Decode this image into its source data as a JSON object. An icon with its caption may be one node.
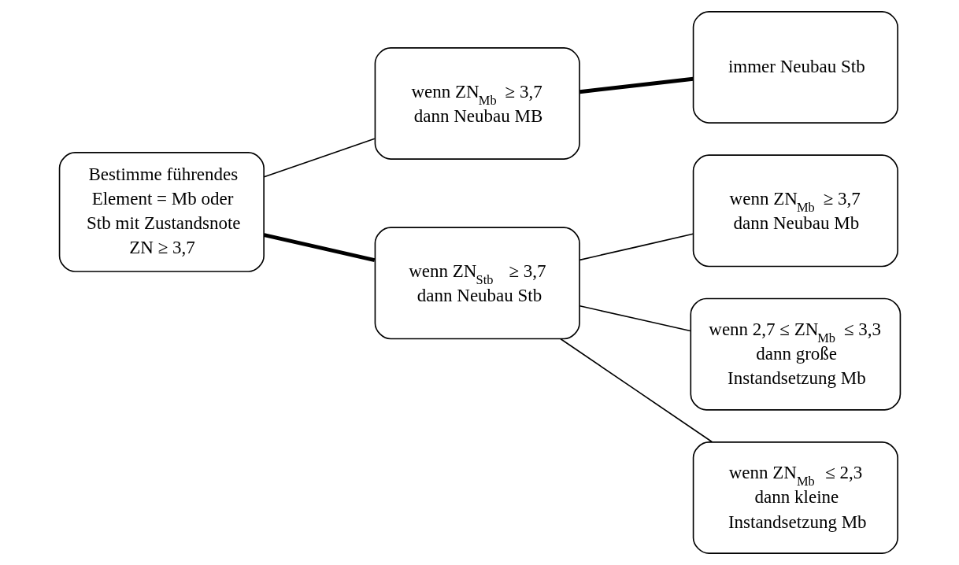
{
  "diagram": {
    "nodes": [
      {
        "text": [
          "Bestimme führendes Element = Mb oder Stb mit Zustandsnote ZN ≥ 3,7"
        ]
      },
      {
        "text": [
          "wenn ZN$_{Mb}$ ≥ 3,7 dann Neubau MB"
        ]
      },
      {
        "text": [
          "immer Neubau Stb"
        ]
      },
      {
        "text": [
          "wenn ZN$_{Stb}$ ≥ 3,7 dann Neubau Stb"
        ]
      },
      {
        "text": [
          "wenn ZN$_{Mb}$ ≥ 3,7 dann Neubau Mb"
        ]
      },
      {
        "text": [
          "wenn 2,7 ≤ ZN$_{Mb}$ ≤ 3,3 dann große Instandsetzung Mb"
        ]
      },
      {
        "text": [
          "wenn ZN$_{Mb}$ ≤ 2,3 dann kleine Instandsetzung Mb"
        ]
      }
    ],
    "edges": [
      {
        "from": 0,
        "to": 1,
        "arrow": "none"
      },
      {
        "from": 0,
        "to": 3,
        "arrow": "none",
        "style": "thick"
      },
      {
        "from": 1,
        "to": 2,
        "arrow": "none",
        "style": "thick"
      },
      {
        "from": 3,
        "to": 4,
        "arrow": "none"
      },
      {
        "from": 3,
        "to": 5,
        "arrow": "none"
      },
      {
        "from": 3,
        "to": 6,
        "arrow": "none"
      }
    ]
  }
}
